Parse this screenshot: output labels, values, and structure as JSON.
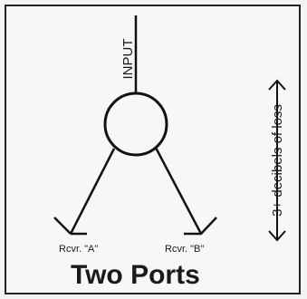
{
  "diagram": {
    "input_label": "INPUT",
    "receiver_a_label": "Rcvr. \"A\"",
    "receiver_b_label": "Rcvr. \"B\"",
    "title": "Two Ports",
    "loss_label": "3+ decibels of loss"
  }
}
